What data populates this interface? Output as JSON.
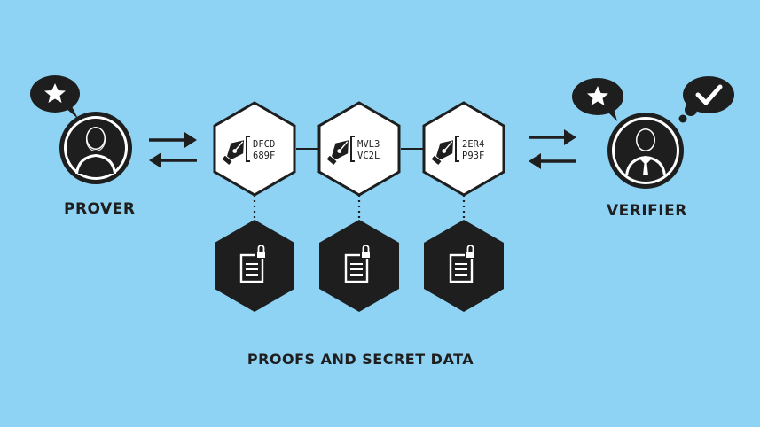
{
  "prover": {
    "label": "PROVER",
    "icon": "user-icon",
    "bubble_icon": "star-icon"
  },
  "verifier": {
    "label": "VERIFIER",
    "icon": "businessman-icon",
    "bubble_icons": [
      "star-icon",
      "checkmark-icon"
    ]
  },
  "proofs": [
    {
      "code_line1": "DFCD",
      "code_line2": "689F",
      "icon": "pen-nib-icon",
      "secret_icon": "locked-document-icon"
    },
    {
      "code_line1": "MVL3",
      "code_line2": "VC2L",
      "icon": "pen-nib-icon",
      "secret_icon": "locked-document-icon"
    },
    {
      "code_line1": "2ER4",
      "code_line2": "P93F",
      "icon": "pen-nib-icon",
      "secret_icon": "locked-document-icon"
    }
  ],
  "footer_label": "PROOFS AND SECRET DATA",
  "colors": {
    "background": "#8fd3f4",
    "dark": "#1e1e1e",
    "white": "#ffffff"
  }
}
